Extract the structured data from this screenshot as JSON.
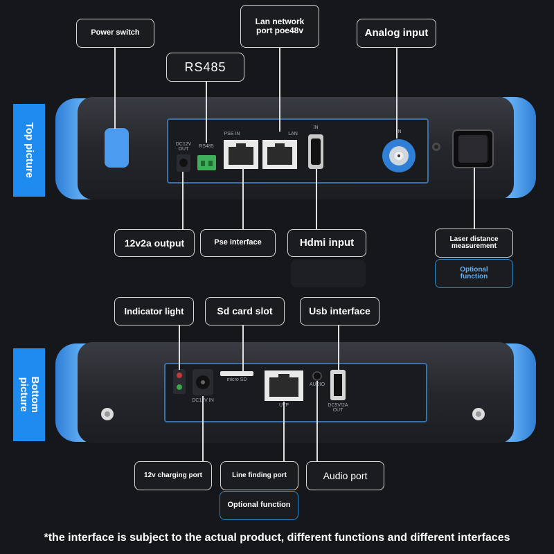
{
  "side_labels": {
    "top": "Top picture",
    "bottom": "Bottom picture"
  },
  "top_device": {
    "port_labels": {
      "dc_out": "DC12V\nOUT",
      "rs485": "RS485",
      "pse_in": "PSE IN",
      "lan": "LAN",
      "hdmi_in": "IN",
      "bnc_in": "IN"
    }
  },
  "bottom_device": {
    "port_labels": {
      "dc_in": "DC12V IN",
      "micro_sd": "micro SD",
      "utp": "UTP",
      "audio": "AUDIO",
      "usb": "DC5V/2A\nOUT"
    }
  },
  "callouts": {
    "power_switch": "Power switch",
    "lan_network": "Lan network\nport poe48v",
    "analog_input": "Analog input",
    "rs485": "RS485",
    "output_12v2a": "12v2a output",
    "pse_interface": "Pse interface",
    "hdmi_input": "Hdmi input",
    "laser_distance": "Laser distance\nmeasurement",
    "optional_function_top": "Optional\nfunction",
    "indicator_light": "Indicator light",
    "sd_card_slot": "Sd card slot",
    "usb_interface": "Usb interface",
    "charging_port": "12v charging port",
    "line_finding_port": "Line finding port",
    "audio_port": "Audio port",
    "optional_function_bottom": "Optional function"
  },
  "footer_note": "*the interface is subject to the actual product, different functions and different interfaces",
  "colors": {
    "background": "#16171b",
    "accent_blue": "#1d8bf0",
    "bumper_blue": "#3a8fe6",
    "body_dark": "#2b2d33"
  }
}
